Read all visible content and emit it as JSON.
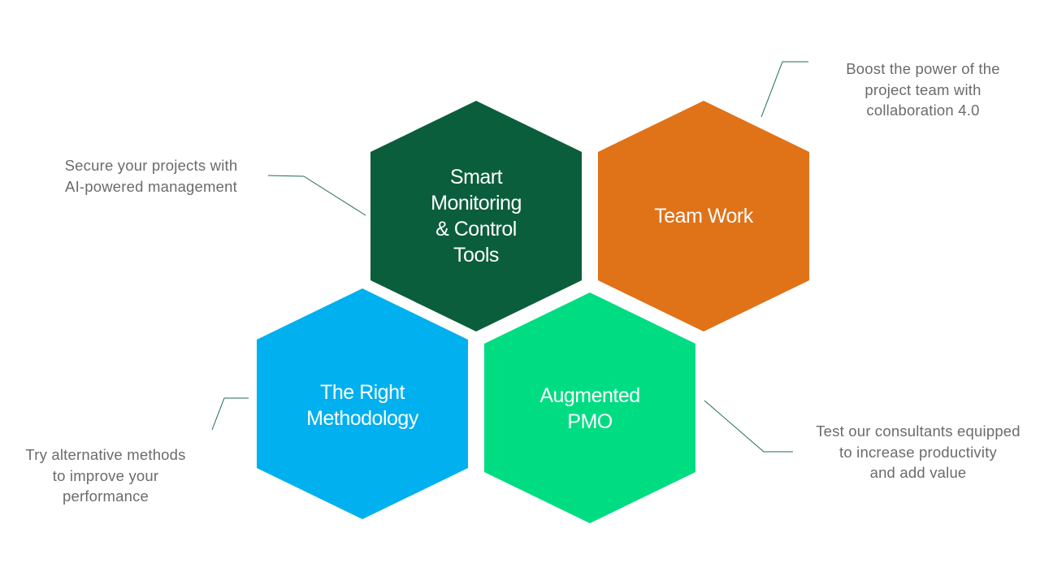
{
  "hexagons": [
    {
      "id": "smart-monitoring",
      "label": "Smart\nMonitoring\n& Control\nTools",
      "color": "#0b5e3c"
    },
    {
      "id": "team-work",
      "label": "Team Work",
      "color": "#e07218"
    },
    {
      "id": "right-methodology",
      "label": "The Right\nMethodology",
      "color": "#00b0ef"
    },
    {
      "id": "augmented-pmo",
      "label": "Augmented\nPMO",
      "color": "#00dc82"
    }
  ],
  "captions": {
    "smart_monitoring": "Secure your projects with\nAI-powered management",
    "team_work": "Boost the power of the\nproject team with\ncollaboration 4.0",
    "right_methodology": "Try alternative methods\nto improve your\nperformance",
    "augmented_pmo": "Test our consultants equipped\nto increase productivity\nand add value"
  },
  "colors": {
    "caption_text": "#6b6b6b",
    "leader_line": "#1f6b52"
  }
}
